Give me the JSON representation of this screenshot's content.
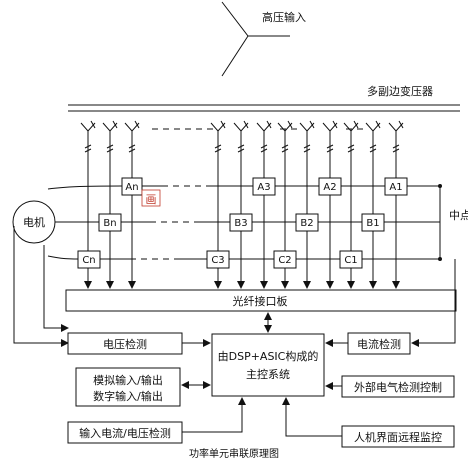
{
  "labels": {
    "hv_input": "高压输入",
    "transformer": "多副边变压器",
    "motor": "电机",
    "neutral": "中点",
    "fiber_board": "光纤接口板",
    "voltage_detect": "电压检测",
    "current_detect": "电流检测",
    "main_control_line1": "由DSP+ASIC构成的",
    "main_control_line2": "主控系统",
    "io_line1": "模拟输入/输出",
    "io_line2": "数字输入/输出",
    "external_detect": "外部电气检测控制",
    "input_detect": "输入电流/电压检测",
    "hmi": "人机界面远程监控",
    "caption": "功率单元串联原理图",
    "stamp": "画"
  },
  "cells": {
    "row_a": [
      "An",
      "A3",
      "A2",
      "A1"
    ],
    "row_b": [
      "Bn",
      "B3",
      "B2",
      "B1"
    ],
    "row_c": [
      "Cn",
      "C3",
      "C2",
      "C1"
    ]
  },
  "colors": {
    "line": "#111111",
    "stamp": "#c0392b"
  }
}
